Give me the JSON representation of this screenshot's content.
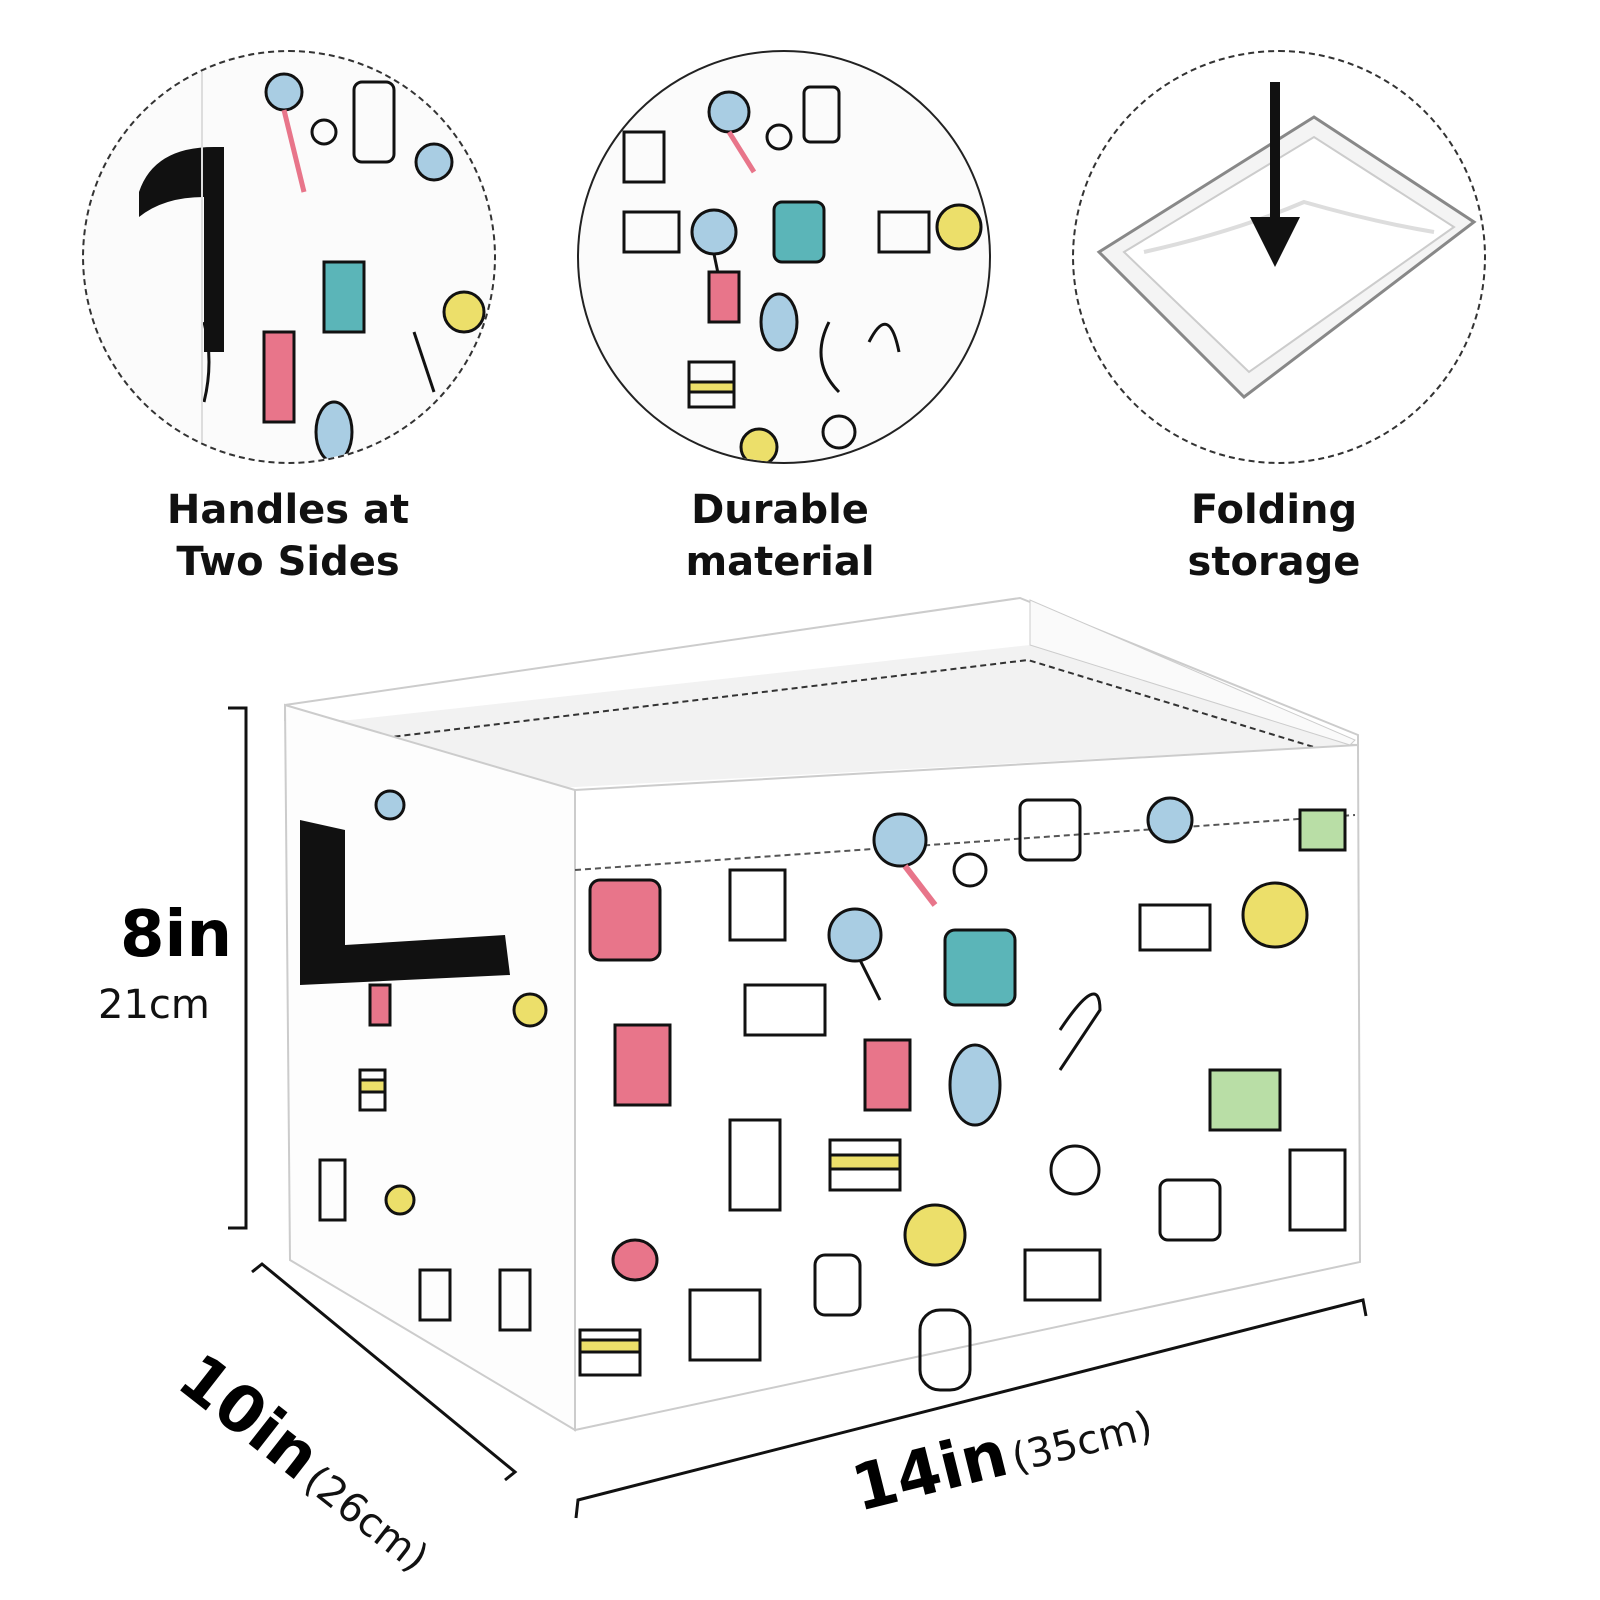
{
  "features": [
    {
      "line1": "Handles at",
      "line2": "Two Sides"
    },
    {
      "line1": "Durable",
      "line2": "material"
    },
    {
      "line1": "Folding",
      "line2": "storage"
    }
  ],
  "dimensions": {
    "height_in": "8in",
    "height_cm": "21cm",
    "depth_in": "10in",
    "depth_cm": "(26cm)",
    "width_in": "14in",
    "width_cm": "(35cm)"
  },
  "colors": {
    "pink": "#e8758a",
    "blue": "#a9cde3",
    "yellow": "#ecdf6a",
    "green": "#b9dea6",
    "teal": "#5bb5b8",
    "handle": "#111111"
  }
}
